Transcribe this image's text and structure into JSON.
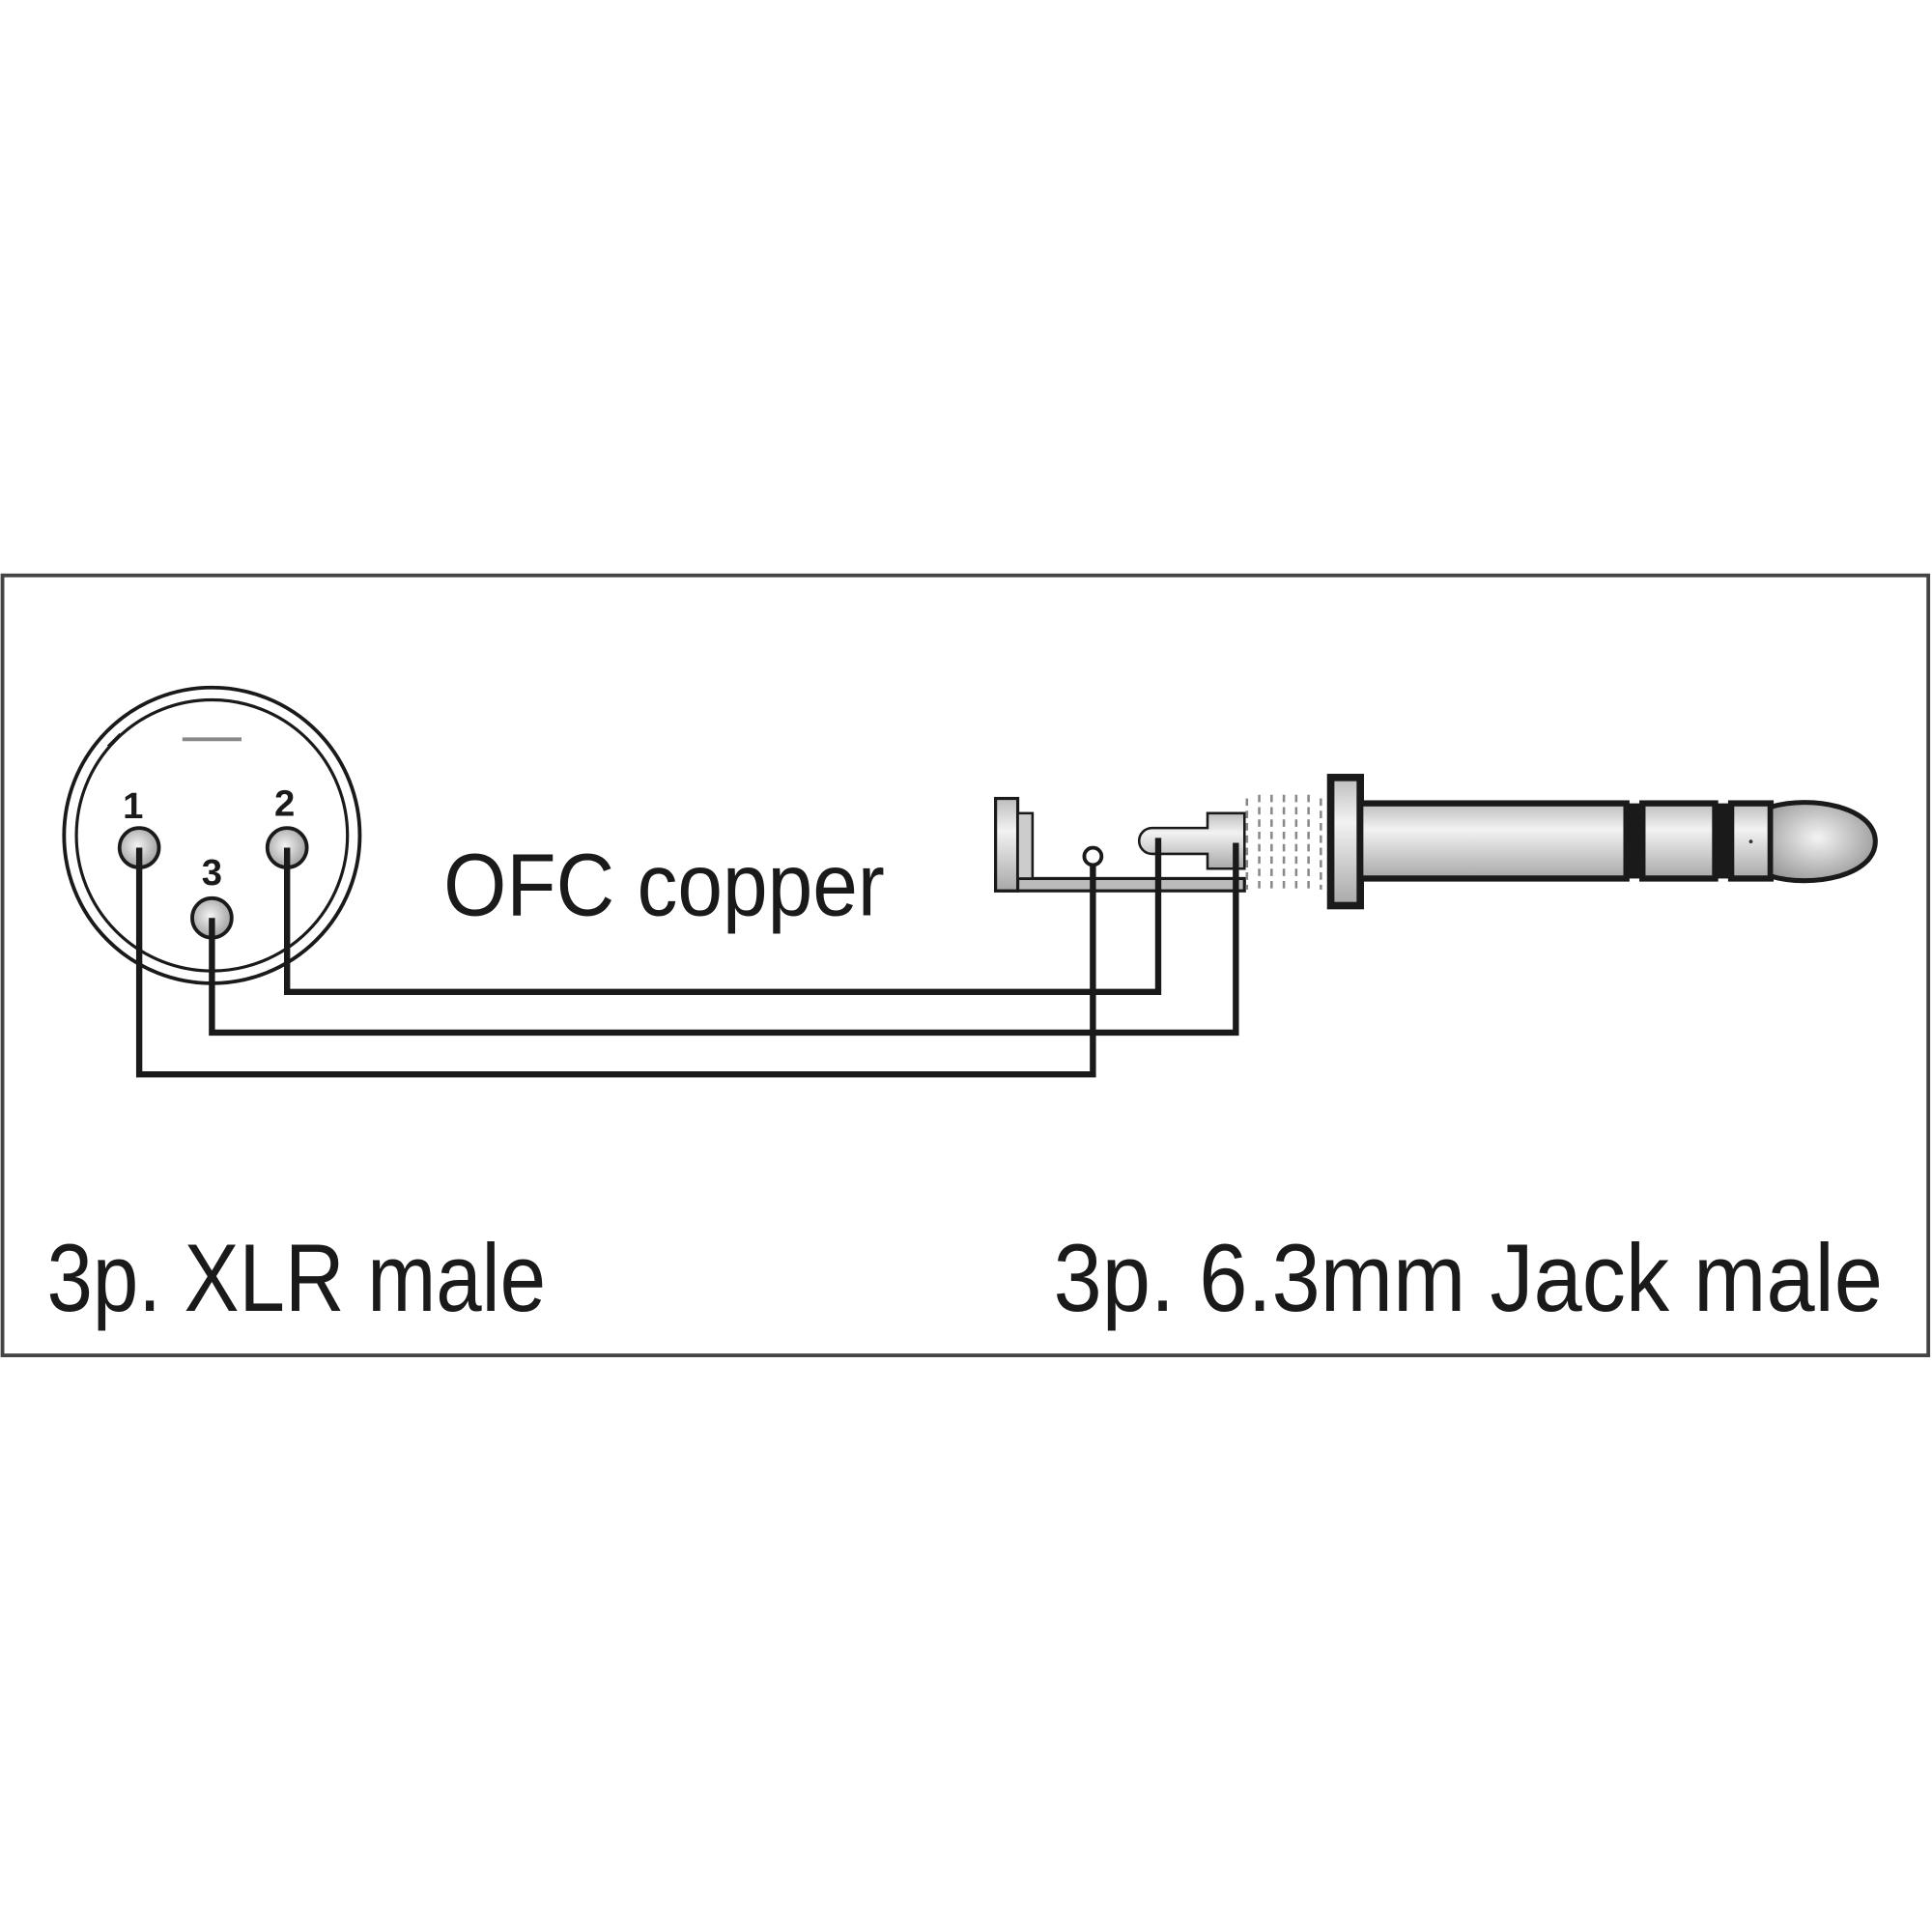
{
  "diagram": {
    "cable_label": "OFC copper",
    "left_connector": {
      "label": "3p. XLR male",
      "pins": [
        "1",
        "2",
        "3"
      ]
    },
    "right_connector": {
      "label": "3p. 6.3mm Jack male"
    },
    "colors": {
      "line": "#1a1a1a",
      "frame": "#444444",
      "metal": "#d9d9d9"
    }
  }
}
